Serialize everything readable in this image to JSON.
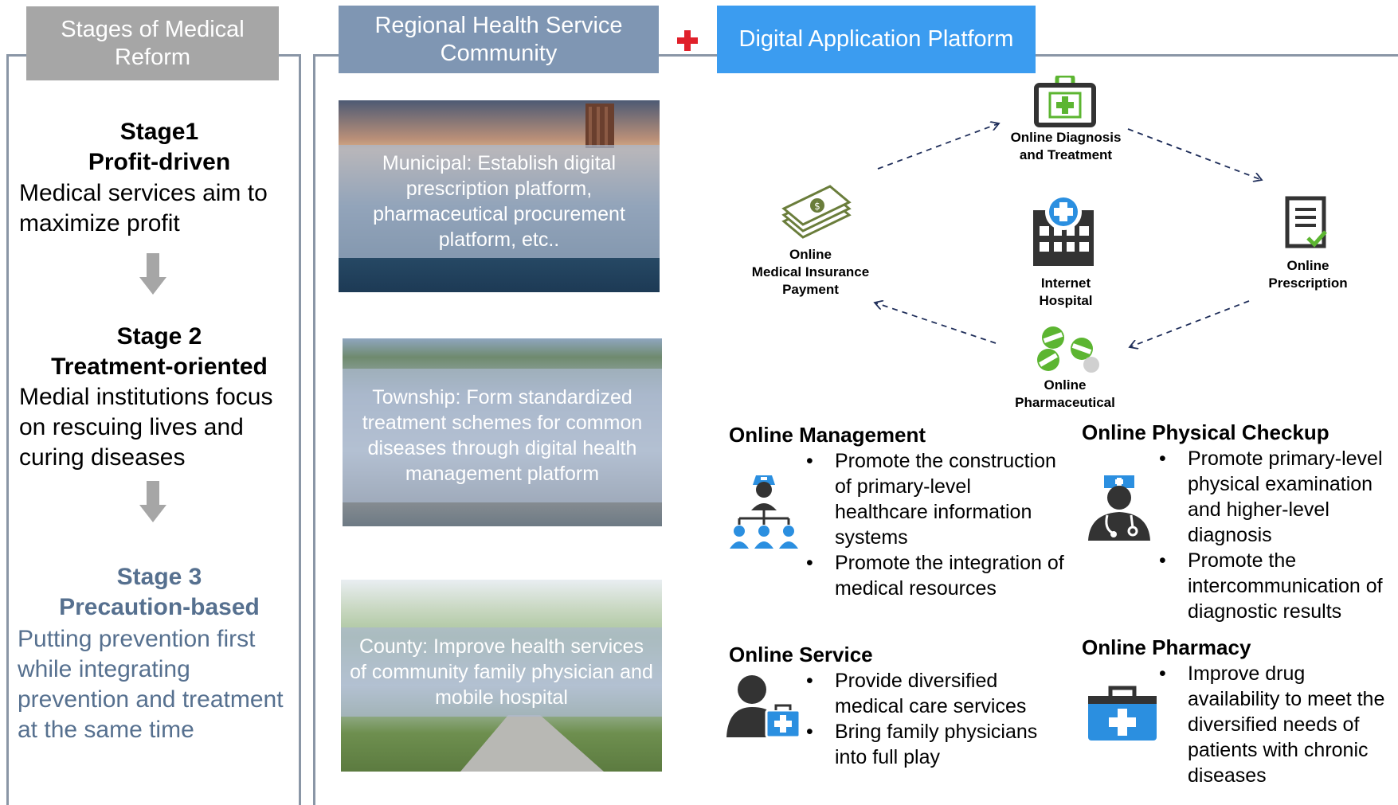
{
  "headers": {
    "stages": "Stages of Medical Reform",
    "regional": "Regional Health Service Community",
    "digital": "Digital Application Platform"
  },
  "stages": [
    {
      "title_line1": "Stage1",
      "title_line2": "Profit-driven",
      "desc": "Medical services aim to maximize profit"
    },
    {
      "title_line1": "Stage 2",
      "title_line2": "Treatment-oriented",
      "desc": "Medial institutions focus on rescuing lives and curing diseases"
    },
    {
      "title_line1": "Stage 3",
      "title_line2": "Precaution-based",
      "desc": "Putting prevention first while integrating prevention and treatment at the same time"
    }
  ],
  "regions": [
    {
      "text": "Municipal: Establish digital prescription platform, pharmaceutical procurement platform, etc.."
    },
    {
      "text": "Township:  Form standardized treatment schemes for common diseases through digital health management platform"
    },
    {
      "text": "County:  Improve health services of community family physician and mobile hospital"
    }
  ],
  "diagram": {
    "diagnosis": "Online Diagnosis and Treatment",
    "insurance_line1": "Online",
    "insurance_line2": "Medical Insurance",
    "insurance_line3": "Payment",
    "hospital": "Internet Hospital",
    "prescription": "Online Prescription",
    "pharmaceutical": "Online Pharmaceutical"
  },
  "sections": {
    "management": {
      "title": "Online Management",
      "bullets": [
        "Promote the construction of primary-level healthcare information systems",
        "Promote the integration of medical resources"
      ]
    },
    "checkup": {
      "title": "Online Physical Checkup",
      "bullets": [
        "Promote primary-level physical examination and higher-level diagnosis",
        "Promote the intercommunication of diagnostic results"
      ]
    },
    "service": {
      "title": "Online Service",
      "bullets": [
        "Provide diversified medical care services",
        "Bring family physicians into full play"
      ]
    },
    "pharmacy": {
      "title": "Online Pharmacy",
      "bullets": [
        "Improve drug availability to meet the diversified needs of patients with chronic diseases"
      ]
    }
  },
  "colors": {
    "accent_blue": "#3b9cf0",
    "icon_blue": "#2b8fe0",
    "green": "#5cb531",
    "stage3_text": "#56708f",
    "red_plus": "#e0202a"
  }
}
